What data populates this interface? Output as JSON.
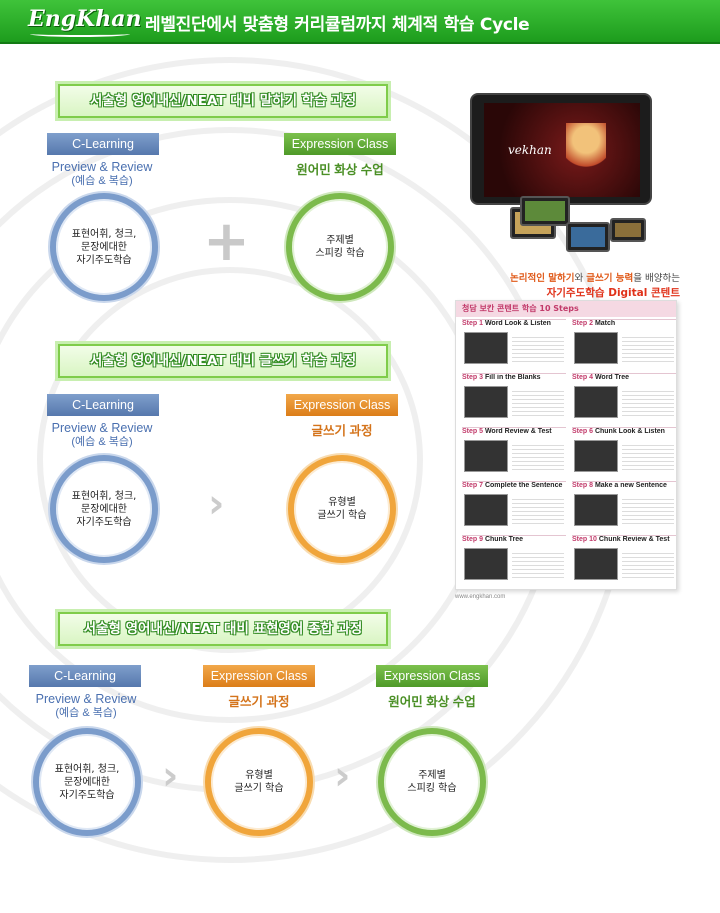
{
  "header": {
    "logo": "EngKhan",
    "title": "레벨진단에서 맞춤형 커리큘럼까지 체계적 학습 Cycle"
  },
  "section1": {
    "banner": "서술형 영어내신/NEAT 대비 말하기 학습 과정",
    "left_tag": "C-Learning",
    "left_sub": "Preview & Review",
    "left_sub2": "(예습 & 복습)",
    "left_circle": "표현어휘, 청크,\n문장에대한\n자기주도학습",
    "connector": "+",
    "right_tag": "Expression Class",
    "right_sub": "원어민 화상 수업",
    "right_circle": "주제별\n스피킹 학습"
  },
  "section2": {
    "banner": "서술형 영어내신/NEAT 대비 글쓰기 학습 과정",
    "left_tag": "C-Learning",
    "left_sub": "Preview & Review",
    "left_sub2": "(예습 & 복습)",
    "left_circle": "표현어휘, 청크,\n문장에대한\n자기주도학습",
    "connector": "›",
    "right_tag": "Expression Class",
    "right_sub": "글쓰기 과정",
    "right_circle": "유형별\n글쓰기 학습"
  },
  "section3": {
    "banner": "서술형 영어내신/NEAT 대비 표현영어 종합 과정",
    "c1_tag": "C-Learning",
    "c1_sub": "Preview & Review",
    "c1_sub2": "(예습 & 복습)",
    "c1_circle": "표현어휘, 청크,\n문장에대한\n자기주도학습",
    "c2_tag": "Expression Class",
    "c2_sub": "글쓰기 과정",
    "c2_circle": "유형별\n글쓰기 학습",
    "c3_tag": "Expression Class",
    "c3_sub": "원어민 화상 수업",
    "c3_circle": "주제별\n스피킹 학습",
    "arrow1": "›",
    "arrow2": "›"
  },
  "side": {
    "tablet_logo": "vekhan",
    "promo_line1_a": "논리적인 말하기",
    "promo_line1_b": "와 ",
    "promo_line1_c": "글쓰기 능력",
    "promo_line1_d": "을 배양하는",
    "promo_line2": "자기주도학습 Digital 콘텐트",
    "brochure_title": "청담 보칸 콘텐트 학습 10 Steps",
    "steps": [
      {
        "num": "Step 1",
        "label": "Word Look & Listen"
      },
      {
        "num": "Step 2",
        "label": "Match"
      },
      {
        "num": "Step 3",
        "label": "Fill in the Blanks"
      },
      {
        "num": "Step 4",
        "label": "Word Tree"
      },
      {
        "num": "Step 5",
        "label": "Word Review & Test"
      },
      {
        "num": "Step 6",
        "label": "Chunk Look & Listen"
      },
      {
        "num": "Step 7",
        "label": "Complete the Sentence"
      },
      {
        "num": "Step 8",
        "label": "Make a new Sentence"
      },
      {
        "num": "Step 9",
        "label": "Chunk Tree"
      },
      {
        "num": "Step 10",
        "label": "Chunk Review & Test"
      }
    ],
    "footer": "www.engkhan.com"
  },
  "colors": {
    "header_green": "#2aaa2a",
    "blue": "#5678ad",
    "green": "#4f9a29",
    "orange": "#dc7d19"
  }
}
